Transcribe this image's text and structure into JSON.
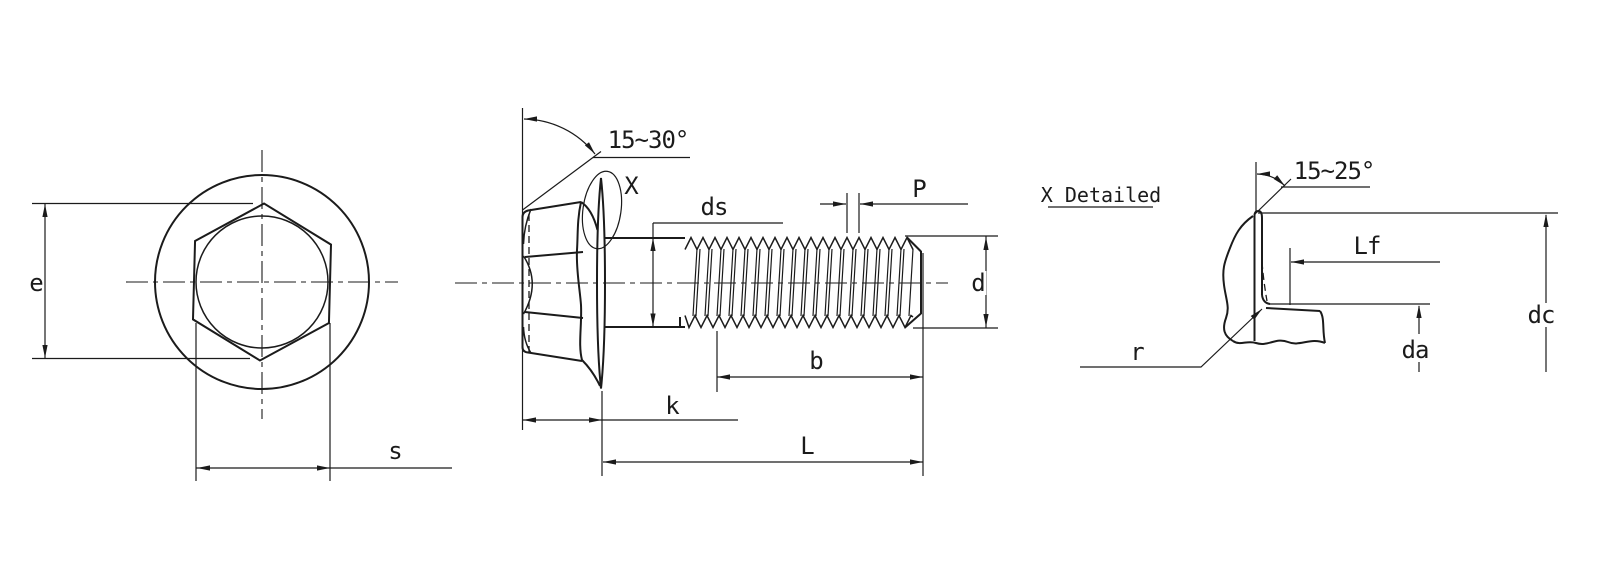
{
  "meta": {
    "bg_color": "#ffffff",
    "line_color": "#1b1b1b",
    "drawing_type": "hex flange bolt dimension drawing"
  },
  "end_view": {
    "dim_e": "e",
    "dim_s": "s"
  },
  "side_view": {
    "angle_label": "15~30°",
    "detail_mark": "X",
    "dim_ds": "ds",
    "dim_pitch": "P",
    "dim_d": "d",
    "dim_b": "b",
    "dim_k": "k",
    "dim_length": "L"
  },
  "detail_view": {
    "title": "X Detailed",
    "angle_label": "15~25°",
    "dim_lf": "Lf",
    "dim_dc": "dc",
    "dim_da": "da",
    "dim_r": "r"
  }
}
